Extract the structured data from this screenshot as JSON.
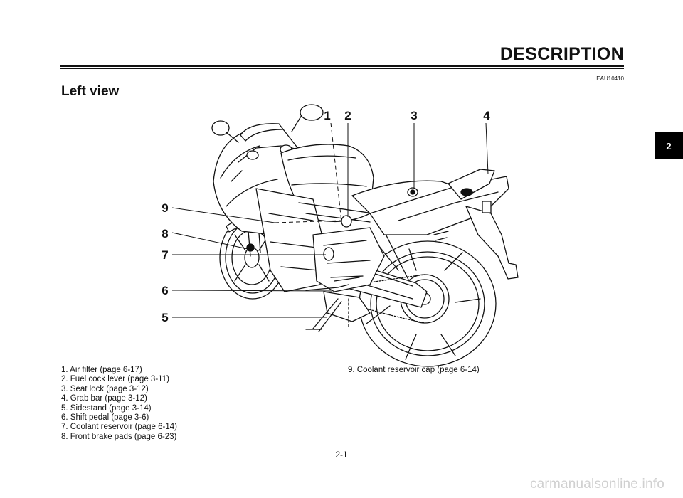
{
  "header": {
    "title": "DESCRIPTION",
    "code": "EAU10410"
  },
  "section": {
    "title": "Left view"
  },
  "chapter_tab": "2",
  "callouts": [
    "1",
    "2",
    "3",
    "4",
    "5",
    "6",
    "7",
    "8",
    "9"
  ],
  "legend": {
    "left": [
      "1. Air filter (page 6-17)",
      "2. Fuel cock lever (page 3-11)",
      "3. Seat lock (page 3-12)",
      "4. Grab bar (page 3-12)",
      "5. Sidestand (page 3-14)",
      "6. Shift pedal (page 3-6)",
      "7. Coolant reservoir (page 6-14)",
      "8. Front brake pads (page 6-23)"
    ],
    "right": [
      "9. Coolant reservoir cap (page 6-14)"
    ]
  },
  "page_number": "2-1",
  "watermark": "carmanualsonline.info"
}
